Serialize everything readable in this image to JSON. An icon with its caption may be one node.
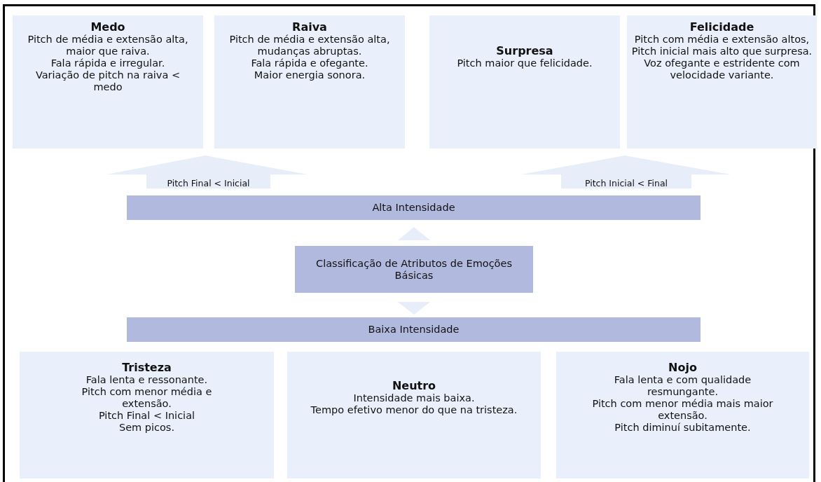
{
  "diagram": {
    "nodes": [
      {
        "text": [
          "Medo",
          "Pitch de média e extensão alta, maior que raiva.",
          "Fala rápida e irregular.",
          "Variação de pitch na raiva < medo"
        ]
      },
      {
        "text": [
          "Raiva",
          "Pitch de média e extensão alta, mudanças abruptas.",
          "Fala rápida e ofegante.",
          "Maior energia sonora."
        ]
      },
      {
        "text": [
          "Surpresa",
          "Pitch maior que felicidade."
        ]
      },
      {
        "text": [
          "Felicidade",
          "Pitch com média e extensão altos, Pitch inicial mais alto que surpresa.",
          "Voz ofegante e estridente com velocidade variante."
        ]
      },
      {
        "text": [
          "Alta Intensidade"
        ]
      },
      {
        "text": [
          "Classificação de Atributos de Emoções Básicas"
        ]
      },
      {
        "text": [
          "Baixa Intensidade"
        ]
      },
      {
        "text": [
          "Tristeza",
          "Fala lenta e ressonante.",
          "Pitch com menor média e extensão.",
          "Pitch Final < Inicial",
          "Sem picos."
        ]
      },
      {
        "text": [
          "Neutro",
          "Intensidade mais baixa.",
          "Tempo efetivo menor do que na tristeza."
        ]
      },
      {
        "text": [
          "Nojo",
          "Fala lenta e com qualidade resmungante.",
          "Pitch com menor média mais maior extensão.",
          "Pitch diminuí subitamente."
        ]
      }
    ],
    "edges": [
      {
        "from": 4,
        "to": 0,
        "arrow": "to",
        "label": "Pitch Final < Inicial"
      },
      {
        "from": 4,
        "to": 1,
        "arrow": "to"
      },
      {
        "from": 4,
        "to": 2,
        "arrow": "to",
        "label": "Pitch Inicial < Final"
      },
      {
        "from": 4,
        "to": 3,
        "arrow": "to"
      },
      {
        "from": 5,
        "to": 4,
        "arrow": "to"
      },
      {
        "from": 5,
        "to": 6,
        "arrow": "to"
      }
    ]
  }
}
